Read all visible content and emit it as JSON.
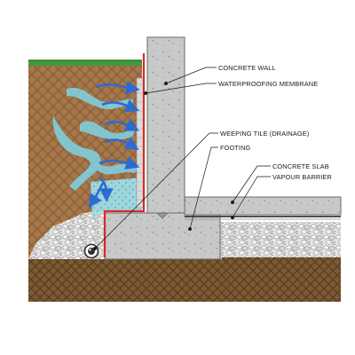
{
  "diagram": {
    "labels": {
      "concrete_wall": "CONCRETE WALL",
      "waterproofing_membrane": "WATERPROOFING MEMBRANE",
      "weeping_tile": "WEEPING TILE (DRAINAGE)",
      "footing": "FOOTING",
      "concrete_slab": "CONCRETE SLAB",
      "vapour_barrier": "VAPOUR BARRIER"
    },
    "colors": {
      "soil": "#a7774a",
      "soil_dark": "#7f5530",
      "bedrock": "#7b5a33",
      "grass": "#3f9a3c",
      "concrete": "#c7c8c8",
      "gravel": "#dededc",
      "membrane": "#d62b2b",
      "water": "#7fd3e6",
      "arrow": "#2d6bd1"
    },
    "icons": [
      "moisture-flow-arrow-icon",
      "drain-pipe-icon"
    ]
  }
}
